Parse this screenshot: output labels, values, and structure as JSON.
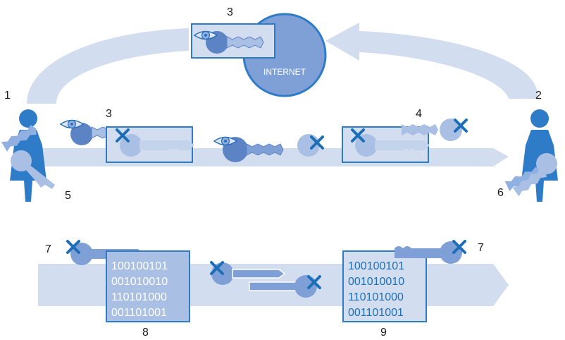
{
  "labels": {
    "n1": "1",
    "n2": "2",
    "n3_top": "3",
    "n3_mid": "3",
    "n4": "4",
    "n5": "5",
    "n6": "6",
    "n7_left": "7",
    "n7_right": "7",
    "n8": "8",
    "n9": "9"
  },
  "internet_label": "INTERNET",
  "data_block_left": [
    "100100101",
    "001010010",
    "110101000",
    "001101001"
  ],
  "data_block_right": [
    "100100101",
    "001010010",
    "110101000",
    "001101001"
  ],
  "colors": {
    "band": "#d3ddf0",
    "globe": "#7fa0d6",
    "person": "#2e7cc7",
    "key_pale": "#a9bfe3",
    "key_mid": "#7fa0d6",
    "key_dark": "#5c83c4",
    "x_mark": "#1c6fb7"
  },
  "icons": [
    "person-icon",
    "globe-icon",
    "eye-icon",
    "key-icon",
    "cross-icon"
  ]
}
